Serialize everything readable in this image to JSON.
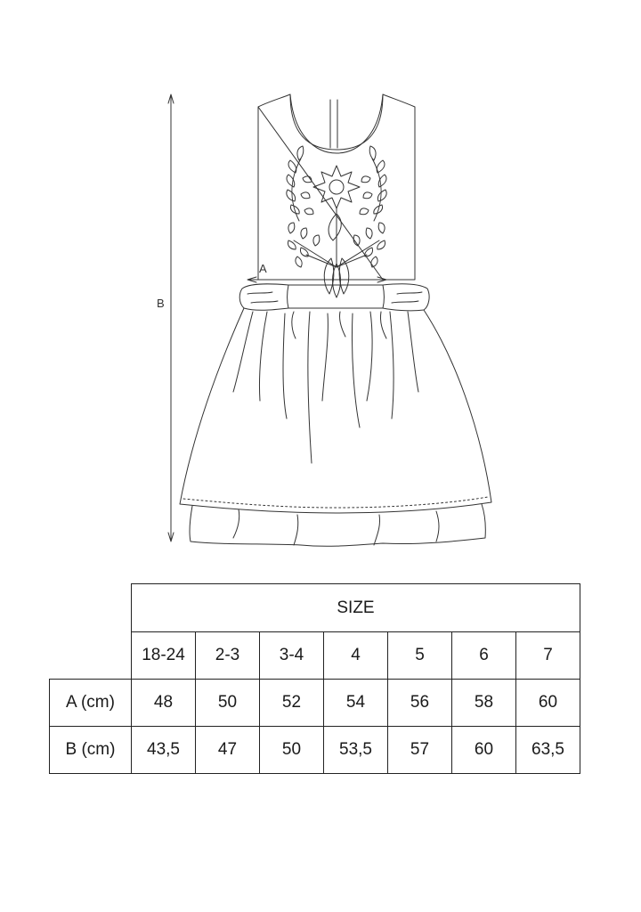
{
  "diagram": {
    "measure_a_label": "A",
    "measure_b_label": "B"
  },
  "size_table": {
    "header": "SIZE",
    "sizes": [
      "18-24",
      "2-3",
      "3-4",
      "4",
      "5",
      "6",
      "7"
    ],
    "rows": [
      {
        "label": "A (cm)",
        "values": [
          "48",
          "50",
          "52",
          "54",
          "56",
          "58",
          "60"
        ]
      },
      {
        "label": "B (cm)",
        "values": [
          "43,5",
          "47",
          "50",
          "53,5",
          "57",
          "60",
          "63,5"
        ]
      }
    ]
  },
  "colors": {
    "line": "#333333",
    "border": "#222222"
  }
}
